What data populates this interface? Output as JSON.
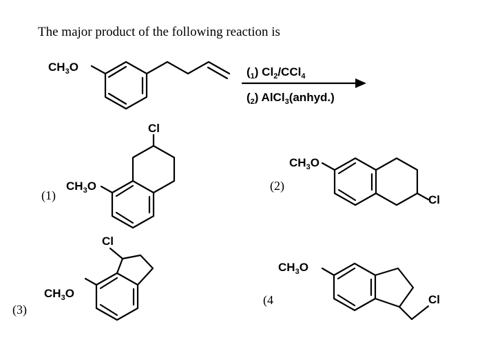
{
  "question": "The major product of the following reaction is",
  "reactant": {
    "substituent": "CH3O",
    "reagent_1": "(1) Cl2/CCl4",
    "reagent_2": "(2) AlCl3(anhyd.)"
  },
  "options": [
    {
      "label": "(1)",
      "substituent": "CH3O",
      "halogen": "Cl"
    },
    {
      "label": "(2)",
      "substituent": "CH3O",
      "halogen": "Cl"
    },
    {
      "label": "(3)",
      "substituent": "CH3O",
      "halogen": "Cl"
    },
    {
      "label": "(4",
      "substituent": "CH3O",
      "halogen": "Cl"
    }
  ]
}
